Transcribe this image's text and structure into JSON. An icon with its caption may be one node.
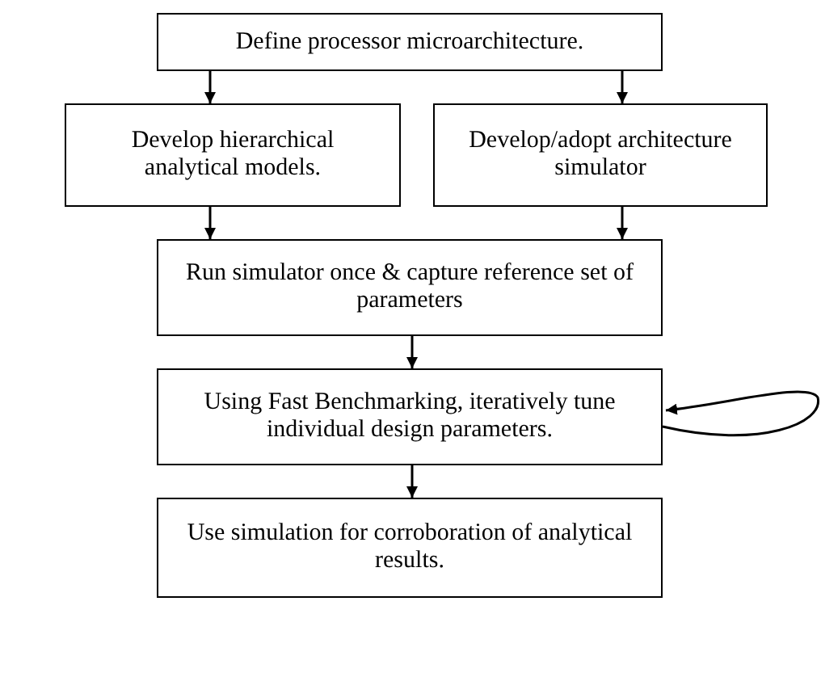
{
  "diagram": {
    "nodes": [
      {
        "text": [
          "Define processor microarchitecture."
        ]
      },
      {
        "text": [
          "Develop hierarchical analytical models."
        ]
      },
      {
        "text": [
          "Develop/adopt architecture simulator"
        ]
      },
      {
        "text": [
          "Run simulator once & capture reference set of parameters"
        ]
      },
      {
        "text": [
          "Using Fast Benchmarking, iteratively tune individual design parameters."
        ]
      },
      {
        "text": [
          "Use simulation for corroboration of analytical results."
        ]
      }
    ],
    "edges": [
      {
        "from": 0,
        "to": 1,
        "arrow": "to"
      },
      {
        "from": 0,
        "to": 2,
        "arrow": "to"
      },
      {
        "from": 1,
        "to": 3,
        "arrow": "to"
      },
      {
        "from": 2,
        "to": 3,
        "arrow": "to"
      },
      {
        "from": 3,
        "to": 4,
        "arrow": "to"
      },
      {
        "from": 4,
        "to": 4,
        "arrow": "to"
      },
      {
        "from": 4,
        "to": 5,
        "arrow": "to"
      }
    ]
  }
}
